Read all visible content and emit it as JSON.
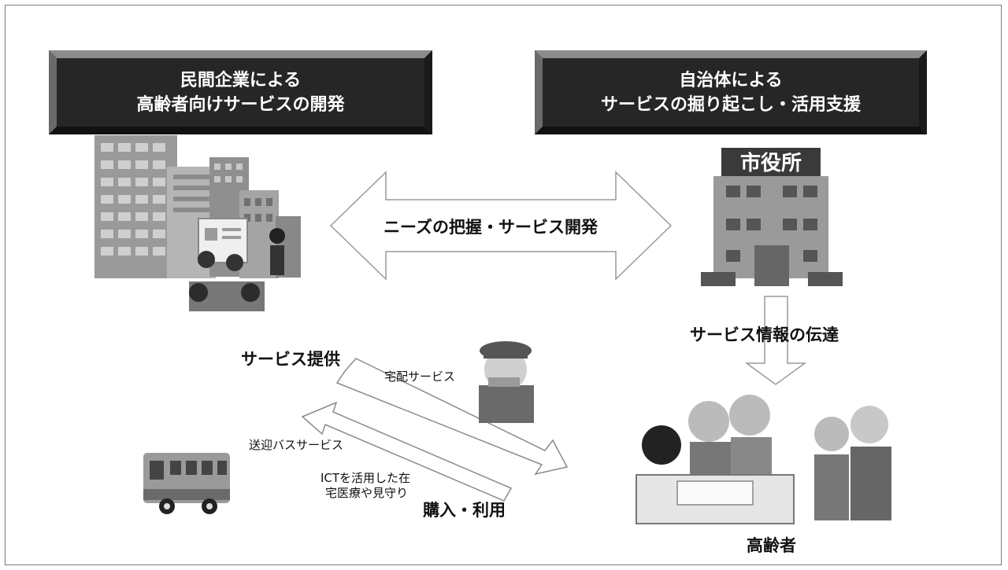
{
  "boxes": {
    "left": {
      "line1": "民間企業による",
      "line2": "高齢者向けサービスの開発"
    },
    "right": {
      "line1": "自治体による",
      "line2": "サービスの掘り起こし・活用支援"
    }
  },
  "arrows": {
    "center": "ニーズの把握・サービス開発",
    "info": "サービス情報の伝達"
  },
  "labels": {
    "service_provision": "サービス提供",
    "delivery": "宅配サービス",
    "shuttle": "送迎バスサービス",
    "ict_line1": "ICTを活用した在",
    "ict_line2": "宅医療や見守り",
    "purchase": "購入・利用",
    "elderly": "高齢者"
  },
  "city_hall_sign": "市役所"
}
